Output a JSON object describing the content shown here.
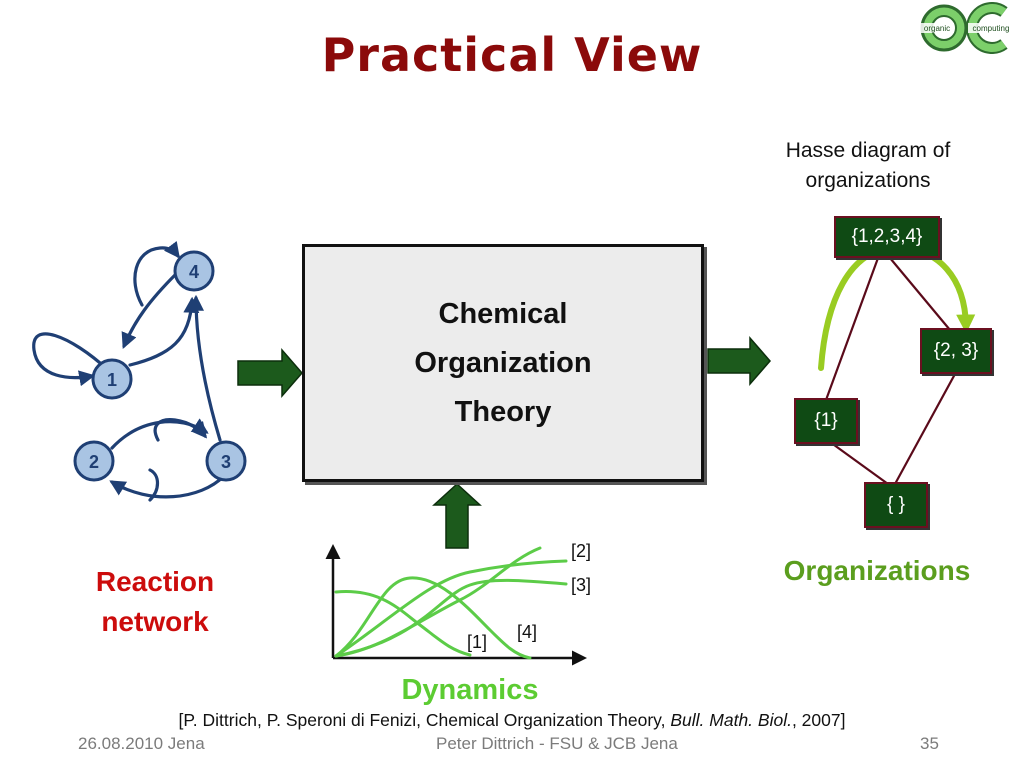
{
  "slide": {
    "title": "Practical View",
    "logo": {
      "word_left": "organic",
      "word_right": "computing",
      "glyph": "OC",
      "color_outline": "#2e6b2e",
      "color_fill": "#7ccf6a"
    }
  },
  "reaction_network": {
    "nodes": [
      "4",
      "1",
      "2",
      "3"
    ],
    "label": "Reaction network",
    "label_lines": [
      "Reaction",
      "network"
    ],
    "node_fill": "#a9c4e3",
    "edge_color": "#1f3f74"
  },
  "center_box": {
    "lines": [
      "Chemical",
      "Organization",
      "Theory"
    ]
  },
  "hasse": {
    "caption_lines": [
      "Hasse diagram of",
      "organizations"
    ],
    "nodes": [
      "{1,2,3,4}",
      "{2, 3}",
      "{1}",
      "{ }"
    ],
    "label": "Organizations",
    "box_fill": "#0f4a14",
    "edge_color": "#5a0a1a",
    "arrow_color": "#99cc22"
  },
  "dynamics": {
    "label": "Dynamics",
    "curve_labels": [
      "[2]",
      "[3]",
      "[1]",
      "[4]"
    ],
    "curve_color": "#5ccc48"
  },
  "citation": {
    "before": "[P. Dittrich, P. Speroni di Fenizi, Chemical Organization Theory, ",
    "journal": "Bull. Math. Biol.",
    "after": ", 2007]"
  },
  "footer": {
    "date": "26.08.2010 Jena",
    "author": "Peter Dittrich  - FSU & JCB Jena",
    "page": "35"
  },
  "colors": {
    "title": "#8b0a0a",
    "arrow_fill": "#1c5a1c",
    "reaction_label": "#cc0c0c",
    "organizations_label": "#5b9e1e",
    "dynamics_label": "#5ccc32"
  }
}
